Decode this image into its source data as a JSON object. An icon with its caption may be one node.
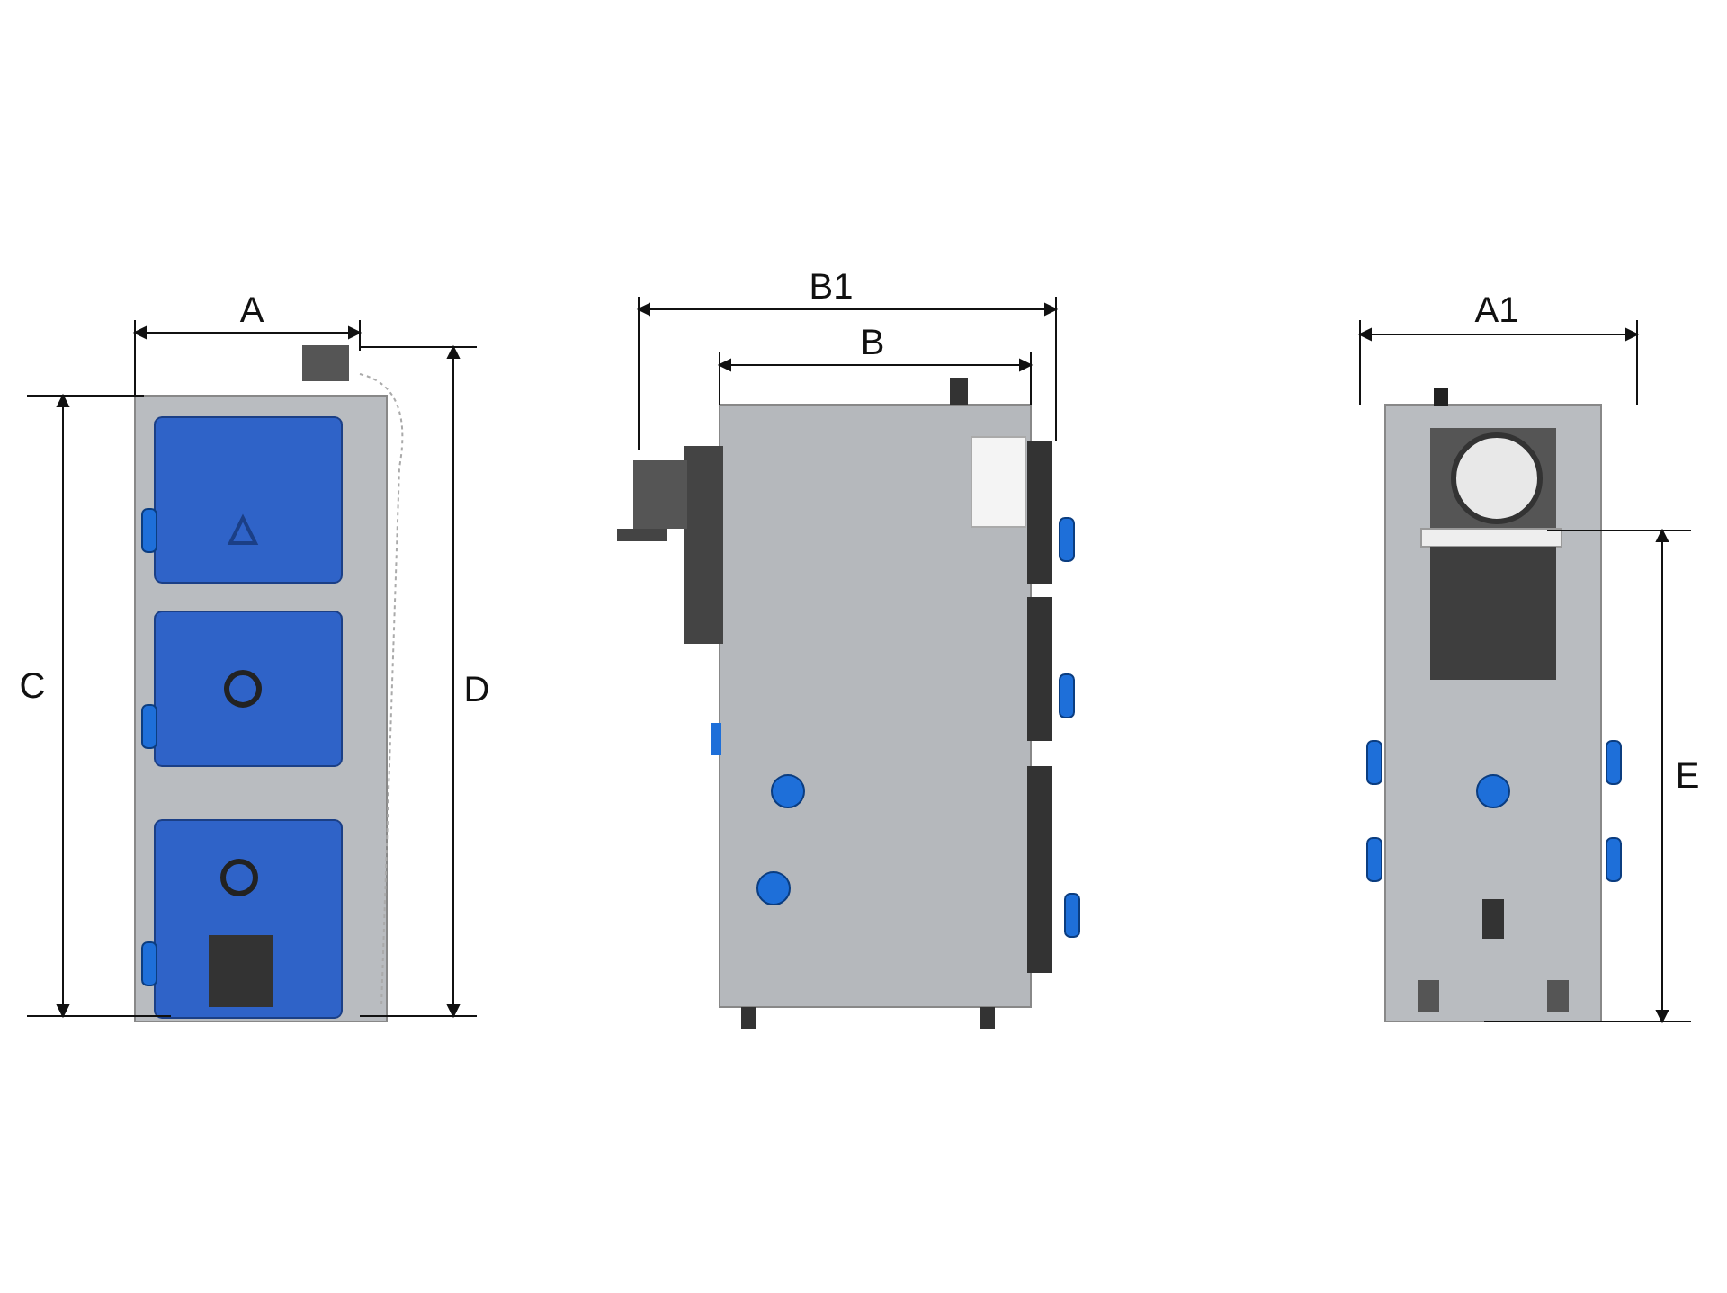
{
  "diagram": {
    "labels": [
      "B1",
      "A",
      "A1",
      "B",
      "C",
      "D",
      "E"
    ]
  }
}
